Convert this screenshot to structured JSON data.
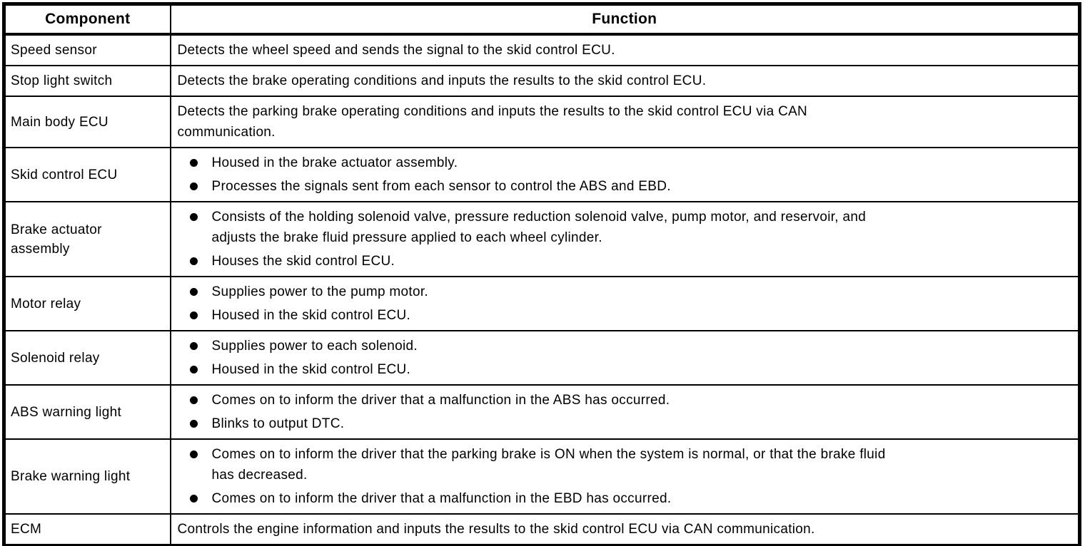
{
  "page": {
    "background_color": "#ffffff",
    "border_color": "#000000",
    "text_color": "#000000"
  },
  "table": {
    "headers": {
      "component": "Component",
      "function": "Function"
    },
    "rows": [
      {
        "component": "Speed sensor",
        "function": [
          {
            "bullet": false,
            "text": "Detects the wheel speed and sends the signal to the skid control ECU."
          }
        ]
      },
      {
        "component": "Stop light switch",
        "function": [
          {
            "bullet": false,
            "text": "Detects the brake operating conditions and inputs the results to the skid control ECU."
          }
        ]
      },
      {
        "component": "Main body ECU",
        "function": [
          {
            "bullet": false,
            "text": "Detects the parking brake operating conditions and inputs the results to the skid control ECU via CAN\ncommunication."
          }
        ]
      },
      {
        "component": "Skid control ECU",
        "function": [
          {
            "bullet": true,
            "text": "Housed in the brake actuator assembly."
          },
          {
            "bullet": true,
            "text": "Processes the signals sent from each sensor to control the ABS and EBD."
          }
        ]
      },
      {
        "component": "Brake actuator\nassembly",
        "function": [
          {
            "bullet": true,
            "text": "Consists of the holding solenoid valve, pressure reduction solenoid valve, pump motor, and reservoir, and\nadjusts the brake fluid pressure applied to each wheel cylinder."
          },
          {
            "bullet": true,
            "text": "Houses the skid control ECU."
          }
        ]
      },
      {
        "component": "Motor relay",
        "function": [
          {
            "bullet": true,
            "text": "Supplies power to the pump motor."
          },
          {
            "bullet": true,
            "text": "Housed in the skid control ECU."
          }
        ]
      },
      {
        "component": "Solenoid relay",
        "function": [
          {
            "bullet": true,
            "text": "Supplies power to each solenoid."
          },
          {
            "bullet": true,
            "text": "Housed in the skid control ECU."
          }
        ]
      },
      {
        "component": "ABS warning light",
        "function": [
          {
            "bullet": true,
            "text": "Comes on to inform the driver that a malfunction in the ABS has occurred."
          },
          {
            "bullet": true,
            "text": "Blinks to output DTC."
          }
        ]
      },
      {
        "component": "Brake warning light",
        "function": [
          {
            "bullet": true,
            "text": "Comes on to inform the driver that the parking brake is ON when the system is normal, or that the brake fluid\nhas decreased."
          },
          {
            "bullet": true,
            "text": "Comes on to inform the driver that a malfunction in the EBD has occurred."
          }
        ]
      },
      {
        "component": "ECM",
        "function": [
          {
            "bullet": false,
            "text": "Controls the engine information and inputs the results to the skid control ECU via CAN communication."
          }
        ]
      }
    ]
  }
}
